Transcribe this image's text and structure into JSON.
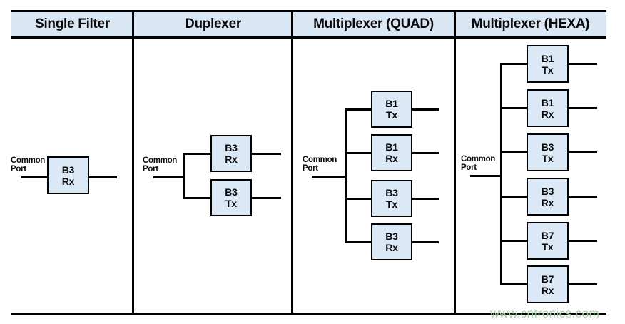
{
  "columns": [
    {
      "header": "Single Filter",
      "common_port": "Common Port",
      "blocks": [
        {
          "band": "B3",
          "path": "Rx"
        }
      ]
    },
    {
      "header": "Duplexer",
      "common_port": "Common Port",
      "blocks": [
        {
          "band": "B3",
          "path": "Rx"
        },
        {
          "band": "B3",
          "path": "Tx"
        }
      ]
    },
    {
      "header": "Multiplexer (QUAD)",
      "common_port": "Common Port",
      "blocks": [
        {
          "band": "B1",
          "path": "Tx"
        },
        {
          "band": "B1",
          "path": "Rx"
        },
        {
          "band": "B3",
          "path": "Tx"
        },
        {
          "band": "B3",
          "path": "Rx"
        }
      ]
    },
    {
      "header": "Multiplexer (HEXA)",
      "common_port": "Common Port",
      "blocks": [
        {
          "band": "B1",
          "path": "Tx"
        },
        {
          "band": "B1",
          "path": "Rx"
        },
        {
          "band": "B3",
          "path": "Tx"
        },
        {
          "band": "B3",
          "path": "Rx"
        },
        {
          "band": "B7",
          "path": "Tx"
        },
        {
          "band": "B7",
          "path": "Rx"
        }
      ]
    }
  ],
  "watermark": "www.cntronics.com",
  "colors": {
    "header_fill": "#d9e7f5",
    "block_fill": "#dbe9f7",
    "line": "#000000",
    "watermark": "#a6d7a2"
  }
}
